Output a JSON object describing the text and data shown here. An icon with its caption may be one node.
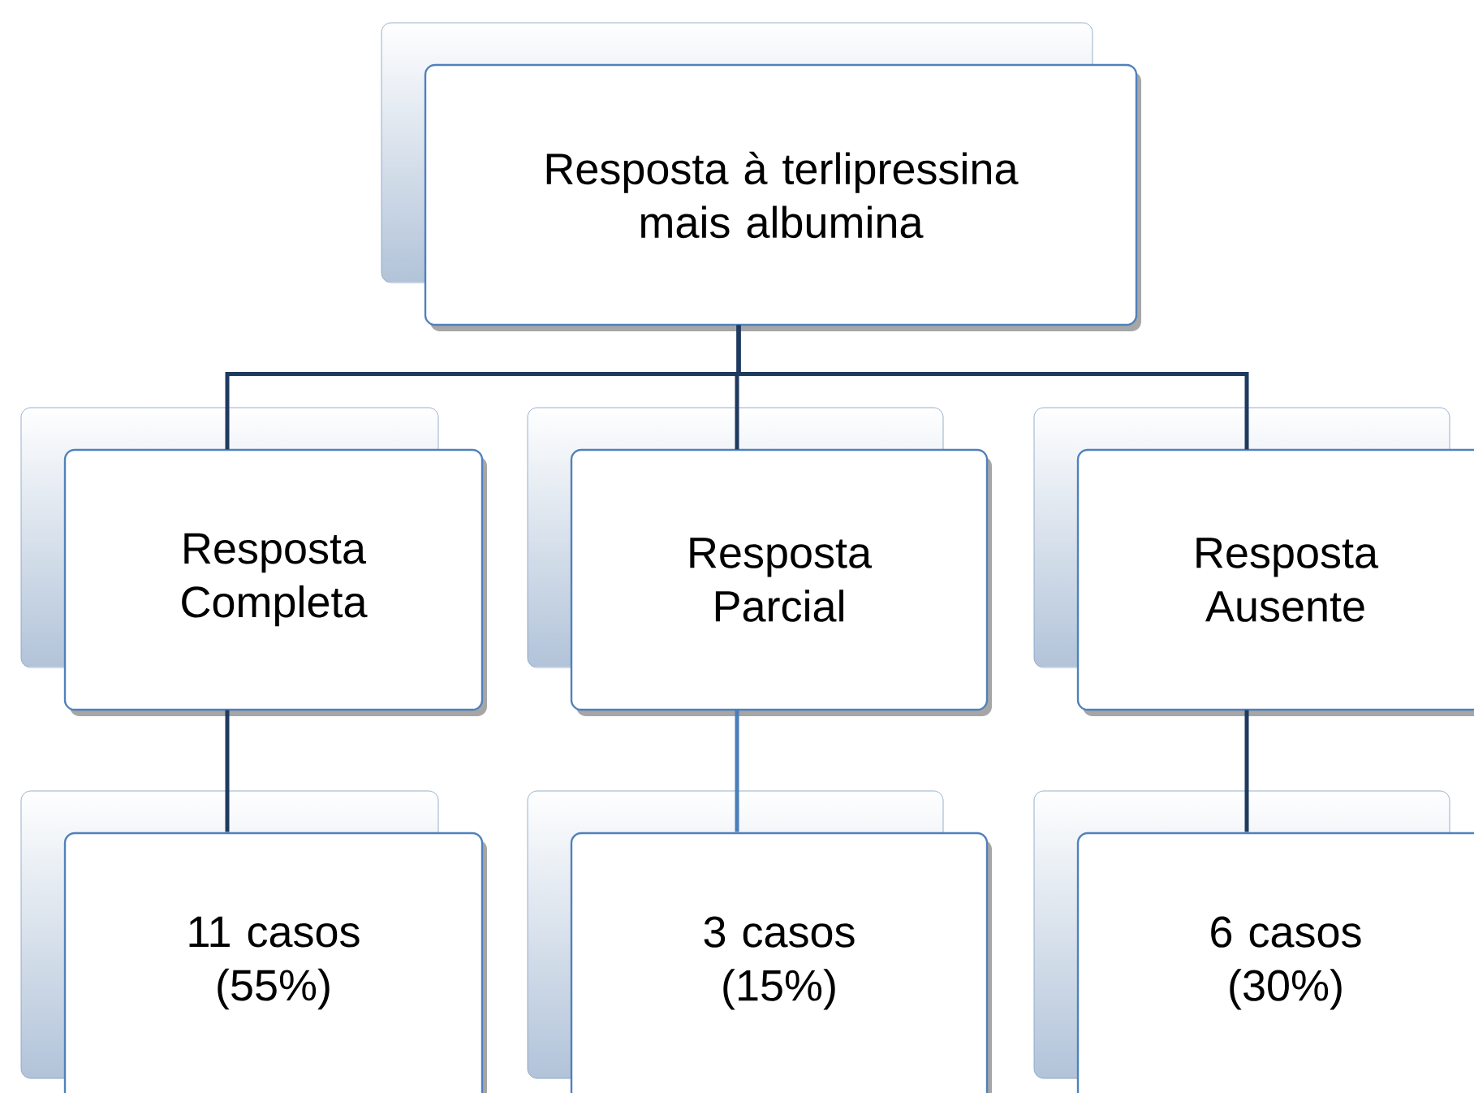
{
  "diagram": {
    "nodes": [
      {
        "text": [
          "Resposta à terlipressina mais albumina"
        ]
      },
      {
        "text": [
          "Resposta Completa"
        ]
      },
      {
        "text": [
          "Resposta Parcial"
        ]
      },
      {
        "text": [
          "Resposta Ausente"
        ]
      },
      {
        "text": [
          "11 casos (55%)"
        ]
      },
      {
        "text": [
          "3 casos (15%)"
        ]
      },
      {
        "text": [
          "6 casos (30%)"
        ]
      }
    ],
    "edges": [
      {
        "from": 0,
        "to": 1,
        "arrow": "none"
      },
      {
        "from": 0,
        "to": 2,
        "arrow": "none"
      },
      {
        "from": 0,
        "to": 3,
        "arrow": "none"
      },
      {
        "from": 1,
        "to": 4,
        "arrow": "none"
      },
      {
        "from": 2,
        "to": 5,
        "arrow": "none",
        "color": "#4a7ebb"
      },
      {
        "from": 3,
        "to": 6,
        "arrow": "none"
      }
    ]
  }
}
